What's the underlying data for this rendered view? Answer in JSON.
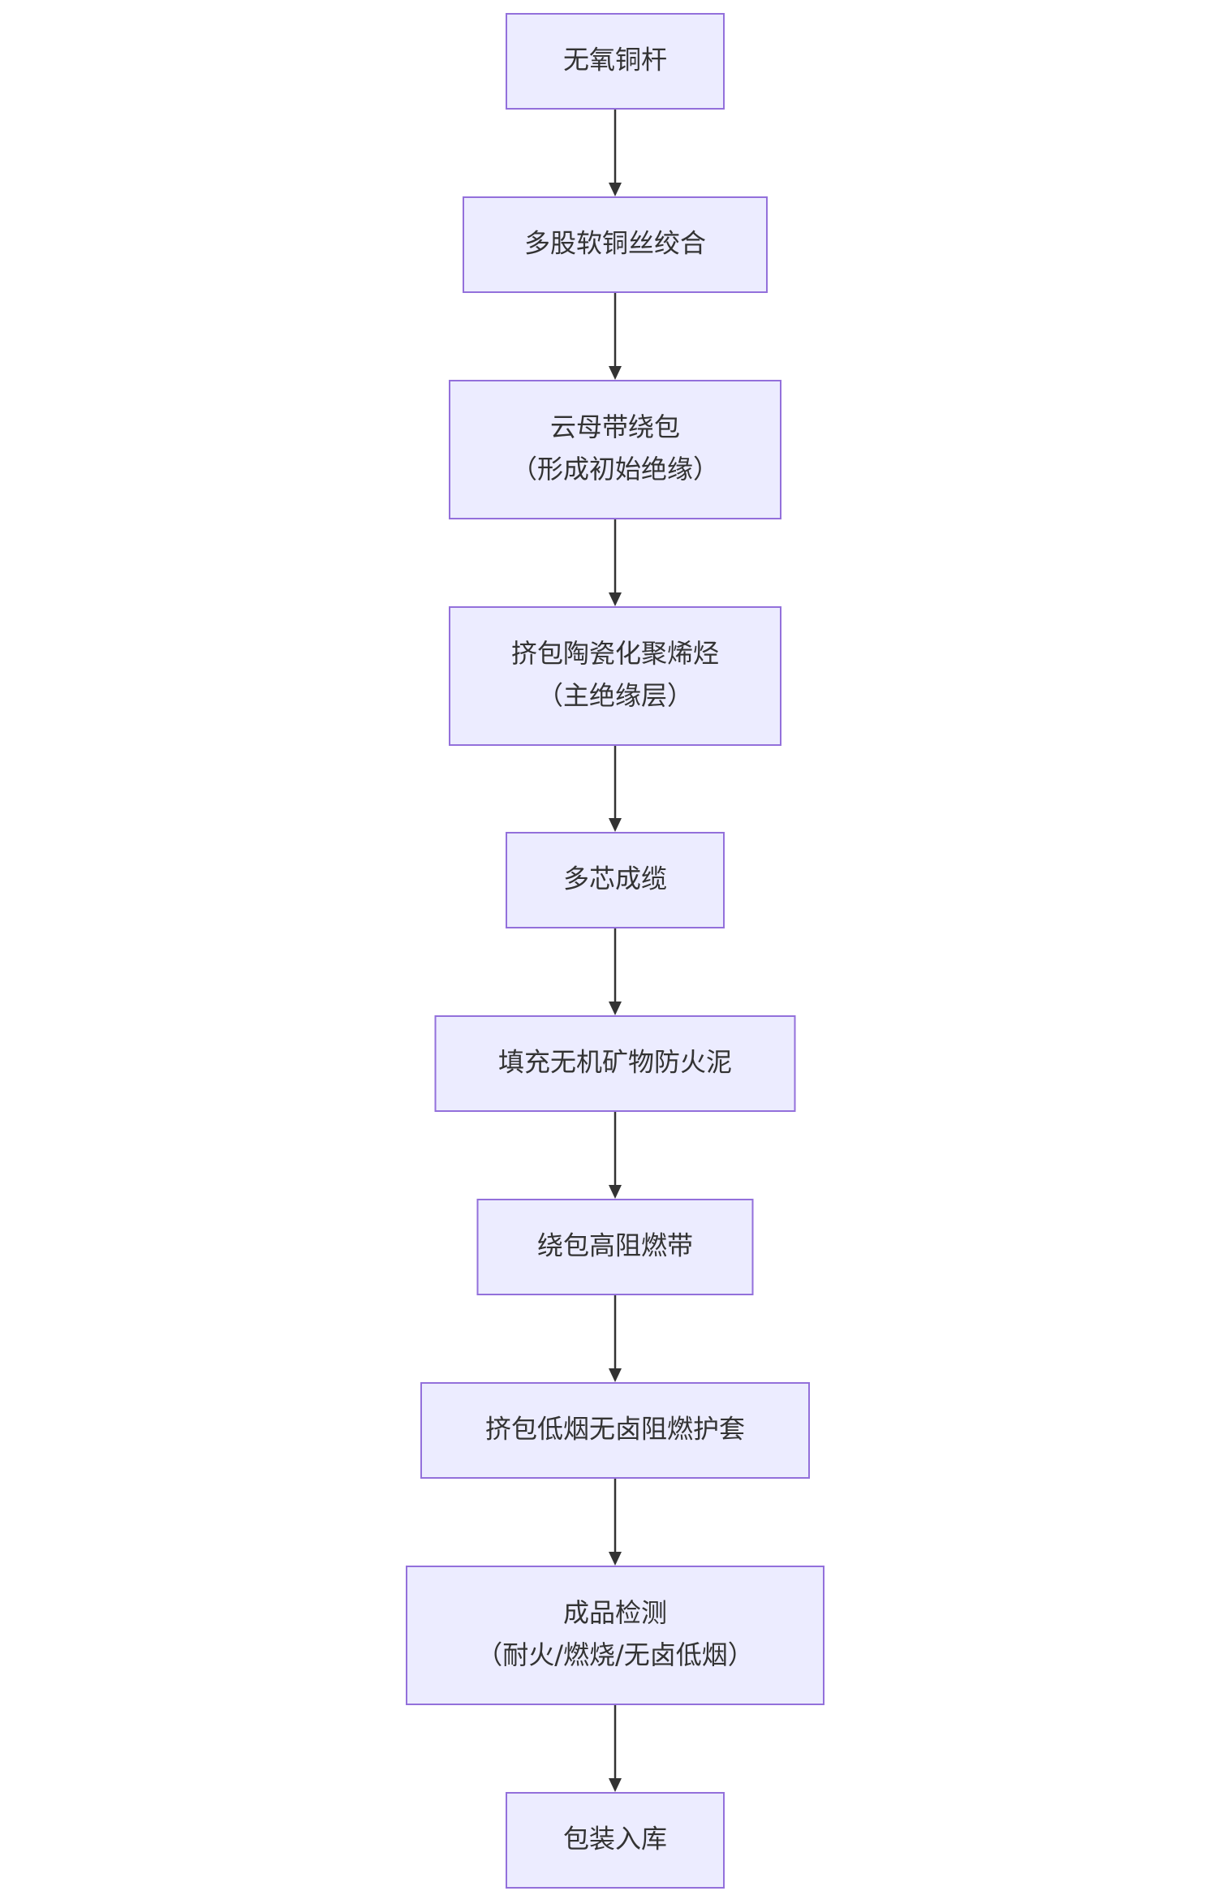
{
  "diagram": {
    "type": "flowchart",
    "direction": "top-to-bottom",
    "colors": {
      "node_fill": "#ececff",
      "node_border": "#9370db",
      "text": "#333333",
      "edge": "#333333",
      "background": "#ffffff"
    },
    "nodes": [
      {
        "id": "n1",
        "lines": [
          "无氧铜杆"
        ]
      },
      {
        "id": "n2",
        "lines": [
          "多股软铜丝绞合"
        ]
      },
      {
        "id": "n3",
        "lines": [
          "云母带绕包",
          "（形成初始绝缘）"
        ]
      },
      {
        "id": "n4",
        "lines": [
          "挤包陶瓷化聚烯烃",
          "（主绝缘层）"
        ]
      },
      {
        "id": "n5",
        "lines": [
          "多芯成缆"
        ]
      },
      {
        "id": "n6",
        "lines": [
          "填充无机矿物防火泥"
        ]
      },
      {
        "id": "n7",
        "lines": [
          "绕包高阻燃带"
        ]
      },
      {
        "id": "n8",
        "lines": [
          "挤包低烟无卤阻燃护套"
        ]
      },
      {
        "id": "n9",
        "lines": [
          "成品检测",
          "（耐火/燃烧/无卤低烟）"
        ]
      },
      {
        "id": "n10",
        "lines": [
          "包装入库"
        ]
      }
    ],
    "edges": [
      {
        "from": "n1",
        "to": "n2"
      },
      {
        "from": "n2",
        "to": "n3"
      },
      {
        "from": "n3",
        "to": "n4"
      },
      {
        "from": "n4",
        "to": "n5"
      },
      {
        "from": "n5",
        "to": "n6"
      },
      {
        "from": "n6",
        "to": "n7"
      },
      {
        "from": "n7",
        "to": "n8"
      },
      {
        "from": "n8",
        "to": "n9"
      },
      {
        "from": "n9",
        "to": "n10"
      }
    ]
  }
}
